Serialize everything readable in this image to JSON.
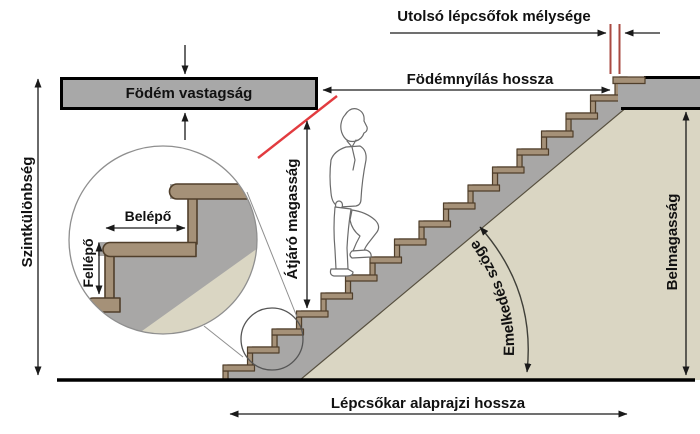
{
  "diagram": {
    "language": "Hungarian",
    "subject": "stair-dimension-terminology",
    "labels": {
      "last_step_depth": "Utolsó lépcsőfok mélysége",
      "floor_opening_length": "Födémnyílás hossza",
      "slab_thickness": "Födém vastagság",
      "level_difference": "Szintkülönbség",
      "passage_height": "Átjáró magasság",
      "going": "Belépő",
      "riser_height": "Fellépő",
      "angle_of_rise": "Emelkedés szöge",
      "ceiling_height": "Belmagasság",
      "flight_plan_length": "Lépcsőkar alaprajzi hossza"
    },
    "colors": {
      "concrete_gray": "#a8a7a6",
      "wall_beige": "#dad6c3",
      "tread_tan": "#a59178",
      "tread_outline": "#503f2b",
      "pitch_line_red": "#e23b3f",
      "marker_line_dark_red": "#a94a42",
      "line_black": "#1a1a1a"
    },
    "illustrations": {
      "person": "line-art man in suit climbing the stairs",
      "magnifier": "enlarged detail circle of two steps"
    }
  }
}
